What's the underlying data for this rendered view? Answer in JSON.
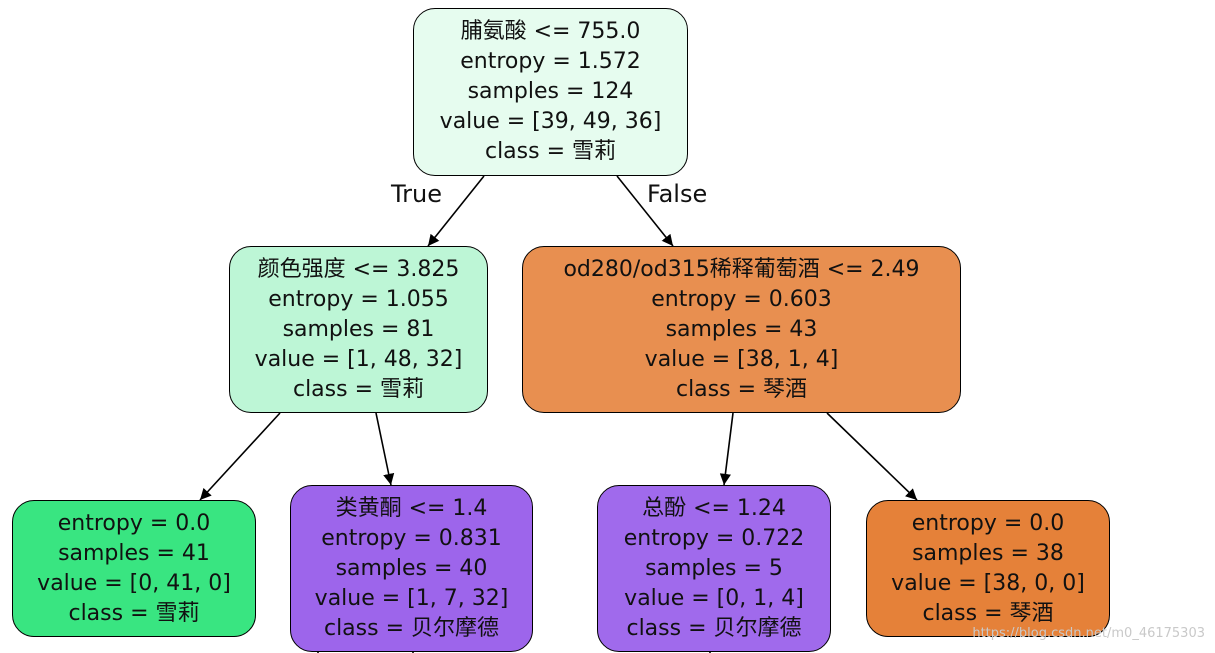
{
  "nodes": {
    "root": {
      "lines": [
        "脯氨酸 <= 755.0",
        "entropy = 1.572",
        "samples = 124",
        "value = [39, 49, 36]",
        "class = 雪莉"
      ],
      "fill": "#e6fcef"
    },
    "left": {
      "lines": [
        "颜色强度 <= 3.825",
        "entropy = 1.055",
        "samples = 81",
        "value = [1, 48, 32]",
        "class = 雪莉"
      ],
      "fill": "#bdf6d6"
    },
    "right": {
      "lines": [
        "od280/od315稀释葡萄酒 <= 2.49",
        "entropy = 0.603",
        "samples = 43",
        "value = [38, 1, 4]",
        "class = 琴酒"
      ],
      "fill": "#e88f50"
    },
    "left_left": {
      "lines": [
        "entropy = 0.0",
        "samples = 41",
        "value = [0, 41, 0]",
        "class = 雪莉"
      ],
      "fill": "#39e581"
    },
    "left_right": {
      "lines": [
        "类黄酮 <= 1.4",
        "entropy = 0.831",
        "samples = 40",
        "value = [1, 7, 32]",
        "class = 贝尔摩德"
      ],
      "fill": "#9d65eb"
    },
    "right_left": {
      "lines": [
        "总酚 <= 1.24",
        "entropy = 0.722",
        "samples = 5",
        "value = [0, 1, 4]",
        "class = 贝尔摩德"
      ],
      "fill": "#a06aec"
    },
    "right_right": {
      "lines": [
        "entropy = 0.0",
        "samples = 38",
        "value = [38, 0, 0]",
        "class = 琴酒"
      ],
      "fill": "#e58139"
    }
  },
  "edge_labels": {
    "true_label": "True",
    "false_label": "False"
  },
  "watermark": "https://blog.csdn.net/m0_46175303"
}
